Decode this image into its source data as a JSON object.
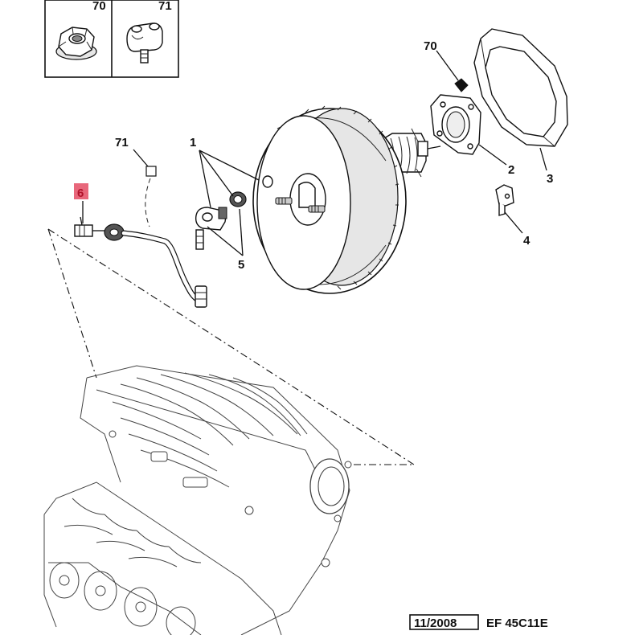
{
  "inset": {
    "items": [
      {
        "ref": "70",
        "part": "nut-icon"
      },
      {
        "ref": "71",
        "part": "hose-clip-icon"
      }
    ]
  },
  "callouts": {
    "c70": "70",
    "c71": "71",
    "c1": "1",
    "c2": "2",
    "c3": "3",
    "c4": "4",
    "c5": "5",
    "c6": "6"
  },
  "highlight": {
    "ref": "6",
    "color": "#e8677b"
  },
  "footer": {
    "date": "11/2008",
    "code": "EF 45C11E"
  }
}
